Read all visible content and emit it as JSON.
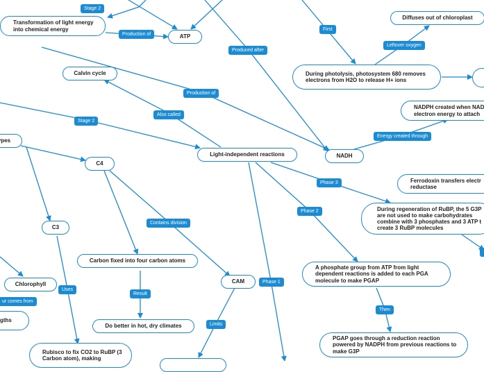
{
  "colors": {
    "line": "#1b8bd3",
    "label_bg": "#1b8bd3",
    "label_text": "#ffffff",
    "node_border": "#1b8bd3"
  },
  "nodes": {
    "transformation": "Transformation of light energy into chemical energy",
    "atp": "ATP",
    "calvin_cycle": "Calvin cycle",
    "light_independent": "Light-independent reactions",
    "nadh": "NADH",
    "diffuses": "Diffuses out of chloroplast",
    "photolysis": "During photolysis, photosystem 680 removes electrons from H2O to release H+ ions",
    "nadph_created": "NADPH created when NAD electron energy to attach",
    "ferrodoxin": "Ferrodoxin transfers electr reductase",
    "regeneration": "During regeneration of RuBP, the 5 G3P are not used to make carbohydrates combine with 3 phosphates and 3 ATP t create 3 RuBP molecules",
    "types": "ypes",
    "c4": "C4",
    "c3": "C3",
    "carbon_fixed": "Carbon fixed into four carbon atoms",
    "cam": "CAM",
    "chlorophyll": "Chlorophyll",
    "lengths": "ngths",
    "do_better": "Do better in hot, dry climates",
    "phosphate": "A phosphate group from ATP from light dependent reactions is added to each PGA molecule to make PGAP",
    "pgap": "PGAP goes through a reduction reaction powered by NADPH from previous reactions to make G3P",
    "rubisco": "Rubisco to fix CO2 to RuBP (3 Carbon atom), making"
  },
  "labels": {
    "stage2_top": "Stage 2",
    "production_of_1": "Production of",
    "produced_after": "Produced after",
    "first": "First",
    "leftover_oxygen": "Leftover oxygen",
    "production_of_2": "Production of",
    "also_called": "Also called",
    "stage2_mid": "Stage 2",
    "energy_created": "Energy created through",
    "phase3": "Phase 3",
    "phase2": "Phase 2",
    "contains_division": "Contains division",
    "phase1": "Phase 1",
    "result": "Result",
    "then": "Then",
    "limits": "Limits",
    "uses": "Uses",
    "comes_from": "ur comes from"
  }
}
